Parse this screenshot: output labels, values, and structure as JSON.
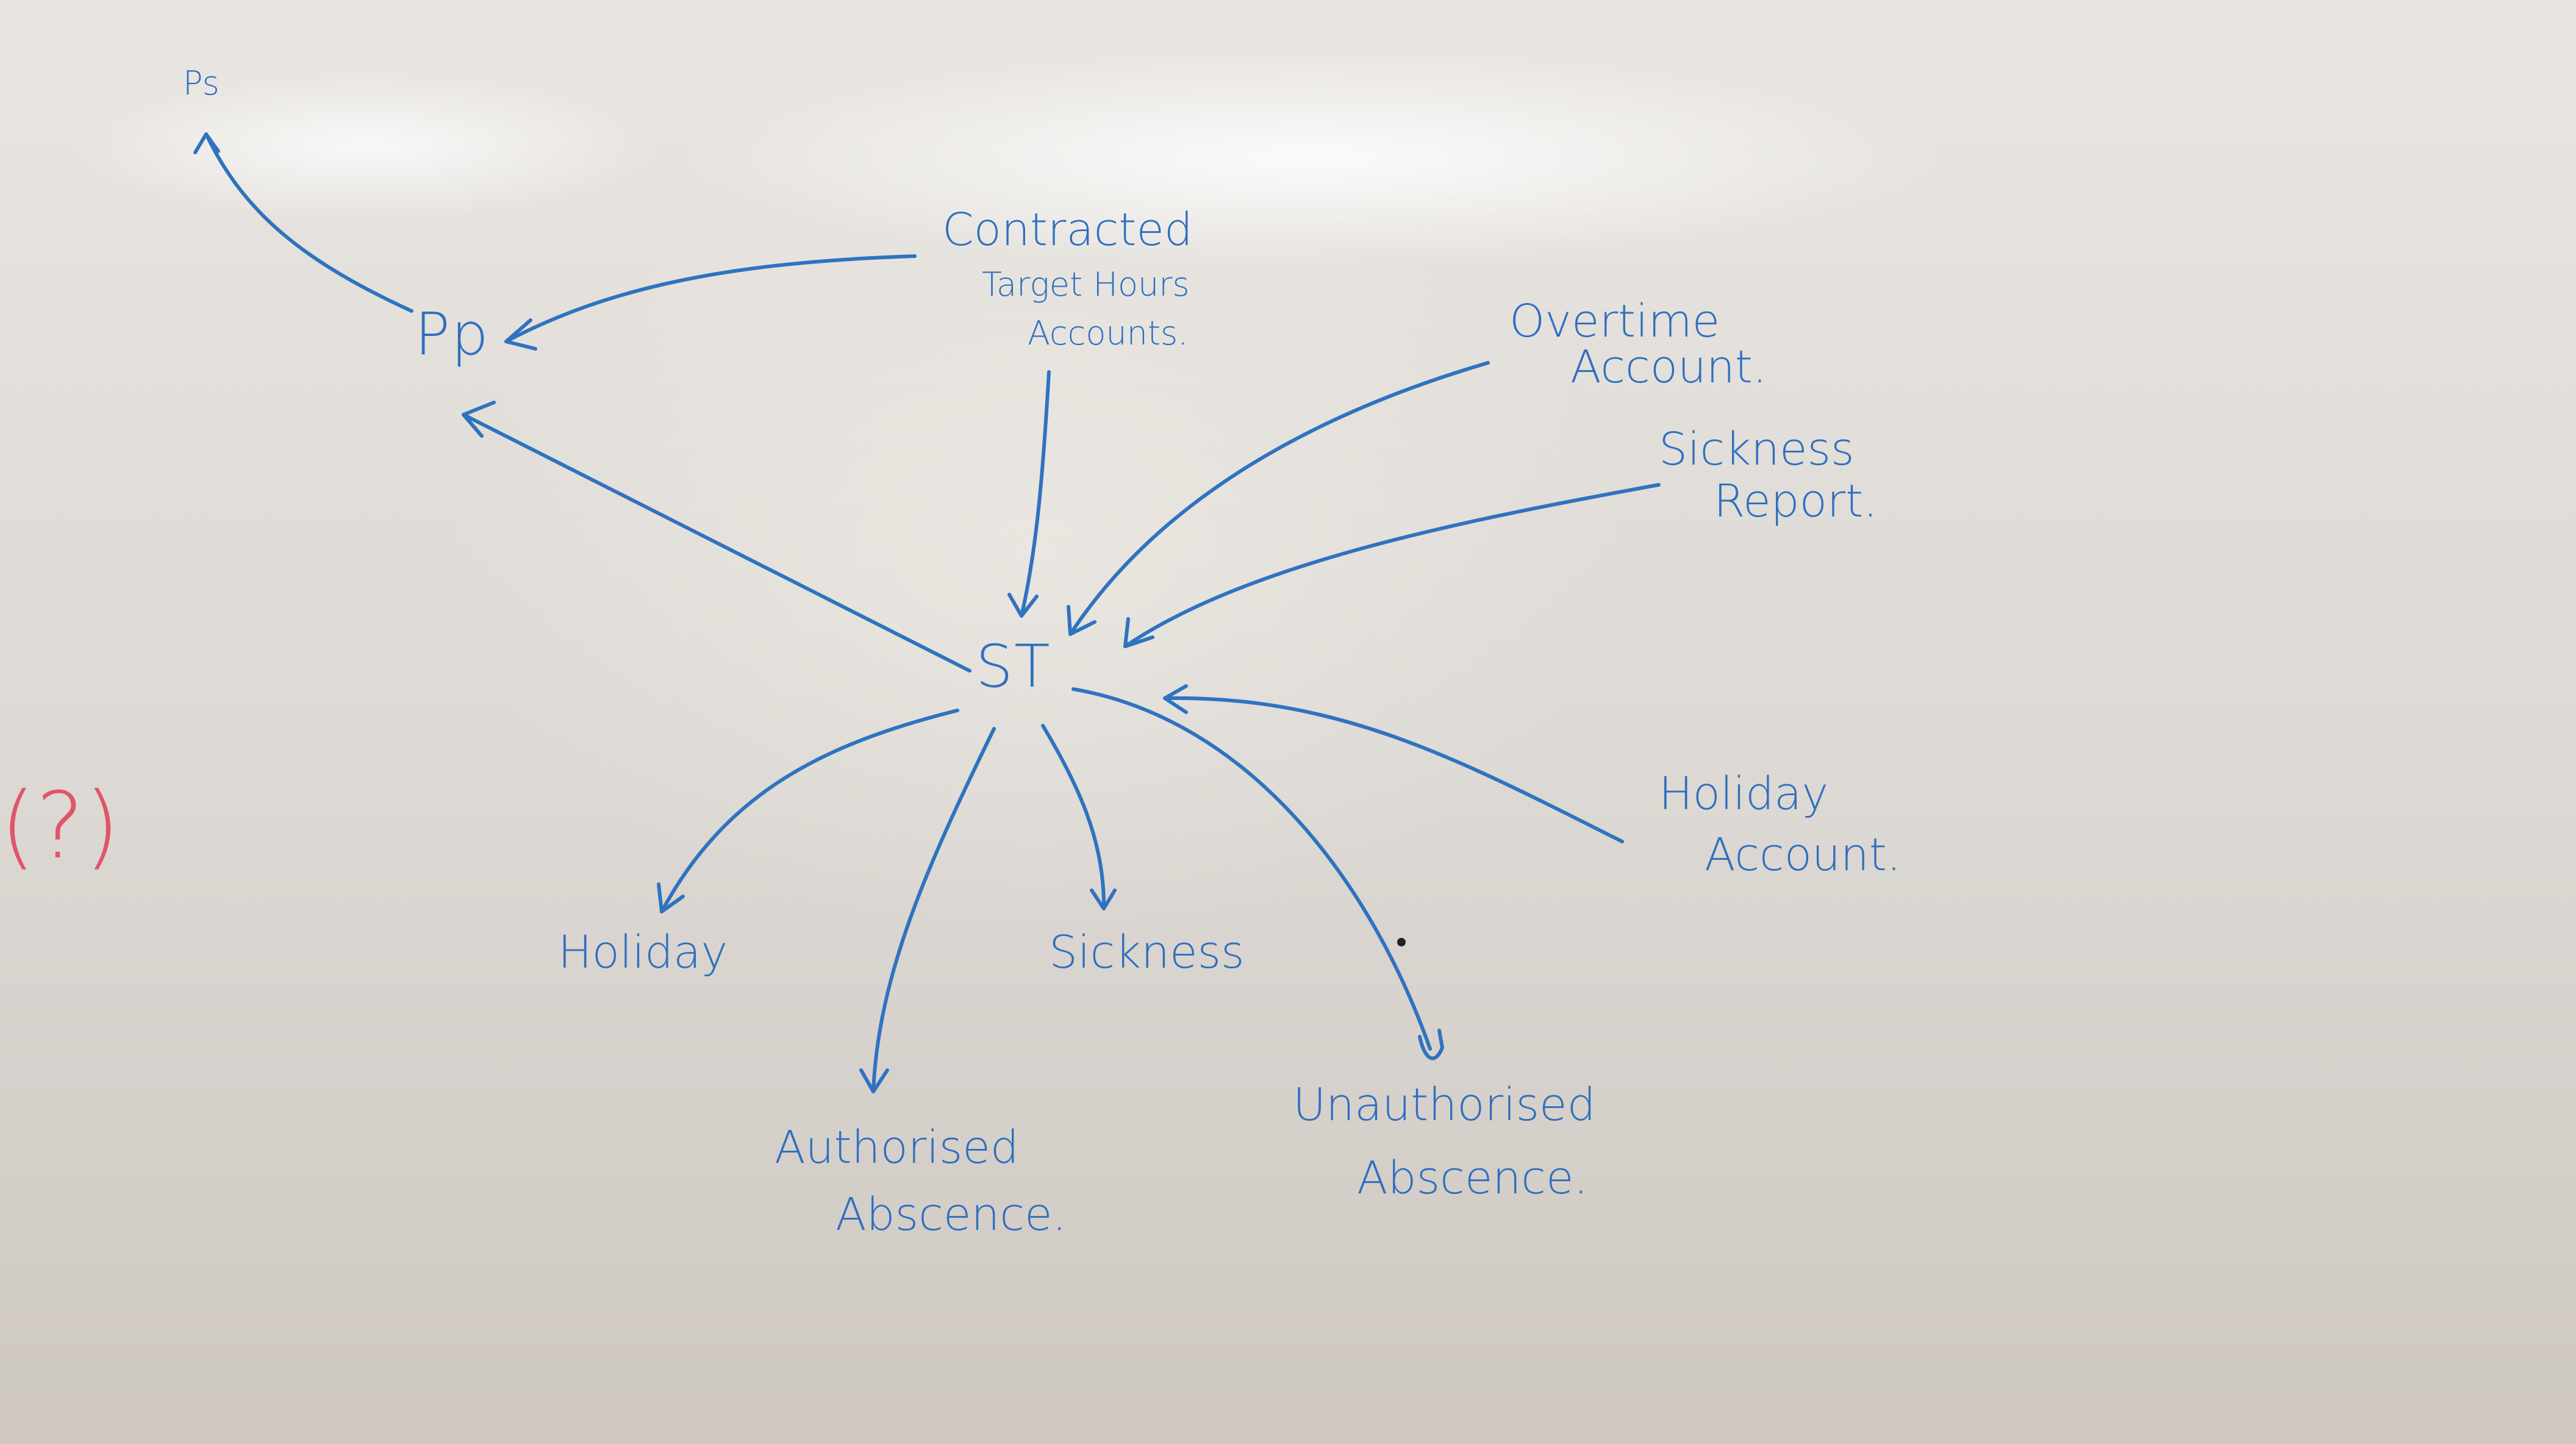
{
  "diagram": {
    "nodes": {
      "ps": "Ps",
      "pp": "Pp",
      "st": "ST",
      "contracted_line1": "Contracted",
      "contracted_line2": "Target Hours",
      "contracted_line3": "Accounts.",
      "overtime_line1": "Overtime",
      "overtime_line2": "Account.",
      "sickness_report_line1": "Sickness",
      "sickness_report_line2": "Report.",
      "holiday_account_line1": "Holiday",
      "holiday_account_line2": "Account.",
      "holiday": "Holiday",
      "sickness": "Sickness",
      "authorised_line1": "Authorised",
      "authorised_line2": "Abscence.",
      "unauthorised_line1": "Unauthorised",
      "unauthorised_line2": "Abscence.",
      "question_mark": "(?)"
    },
    "colors": {
      "ink": "#2f73c0",
      "marker_red": "#e05568",
      "board": "#e2ded9"
    }
  }
}
